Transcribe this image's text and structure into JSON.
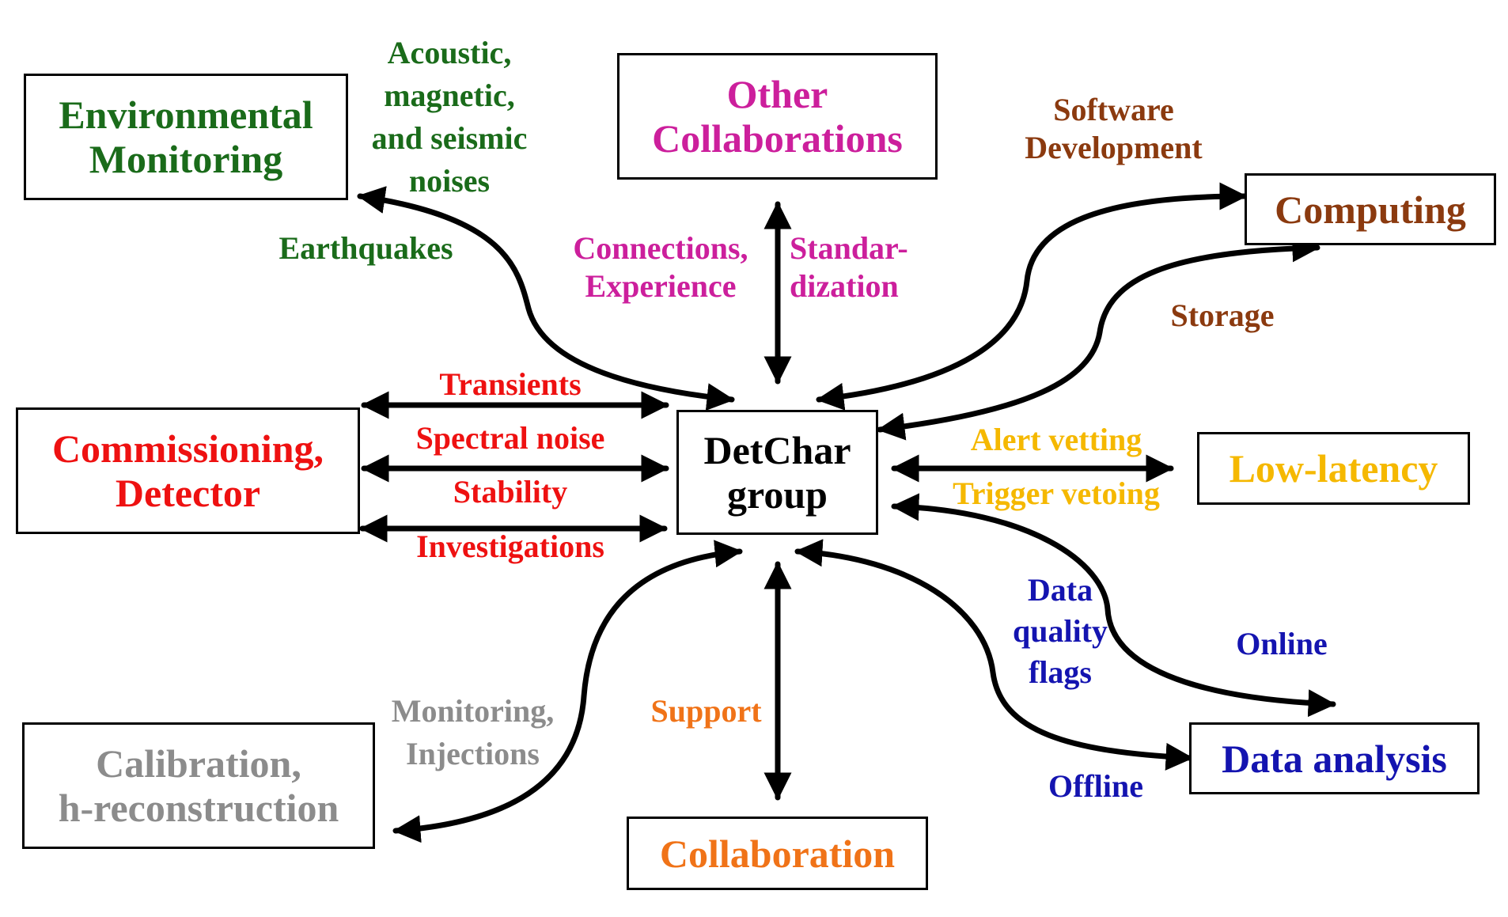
{
  "colors": {
    "environmental": "#1a6b1a",
    "collaborations": "#cc1f9c",
    "computing": "#8b3a0f",
    "commissioning": "#ee1111",
    "low_latency": "#f5b800",
    "calibration": "#8c8c8c",
    "collaboration": "#f07318",
    "data_analysis": "#1414b0",
    "center": "#000000",
    "arrow": "#000000"
  },
  "boxes": {
    "environmental_monitoring": [
      "Environmental",
      "Monitoring"
    ],
    "other_collaborations": [
      "Other",
      "Collaborations"
    ],
    "computing": [
      "Computing"
    ],
    "commissioning_detector": [
      "Commissioning,",
      "Detector"
    ],
    "detchar_group": [
      "DetChar",
      "group"
    ],
    "low_latency": [
      "Low-latency"
    ],
    "calibration": [
      "Calibration,",
      "h-reconstruction"
    ],
    "collaboration": [
      "Collaboration"
    ],
    "data_analysis": [
      "Data analysis"
    ]
  },
  "labels": {
    "acoustic_noises": [
      "Acoustic,",
      "magnetic,",
      "and seismic",
      "noises"
    ],
    "earthquakes": [
      "Earthquakes"
    ],
    "connections_experience": [
      "Connections,",
      "Experience"
    ],
    "standardization": [
      "Standar-",
      "dization"
    ],
    "software_development": [
      "Software",
      "Development"
    ],
    "storage": [
      "Storage"
    ],
    "transients": [
      "Transients"
    ],
    "spectral_noise": [
      "Spectral noise"
    ],
    "stability": [
      "Stability"
    ],
    "investigations": [
      "Investigations"
    ],
    "alert_vetting": [
      "Alert vetting"
    ],
    "trigger_vetoing": [
      "Trigger vetoing"
    ],
    "data_quality_flags": [
      "Data",
      "quality",
      "flags"
    ],
    "online": [
      "Online"
    ],
    "offline": [
      "Offline"
    ],
    "monitoring_injections": [
      "Monitoring,",
      "Injections"
    ],
    "support": [
      "Support"
    ]
  }
}
